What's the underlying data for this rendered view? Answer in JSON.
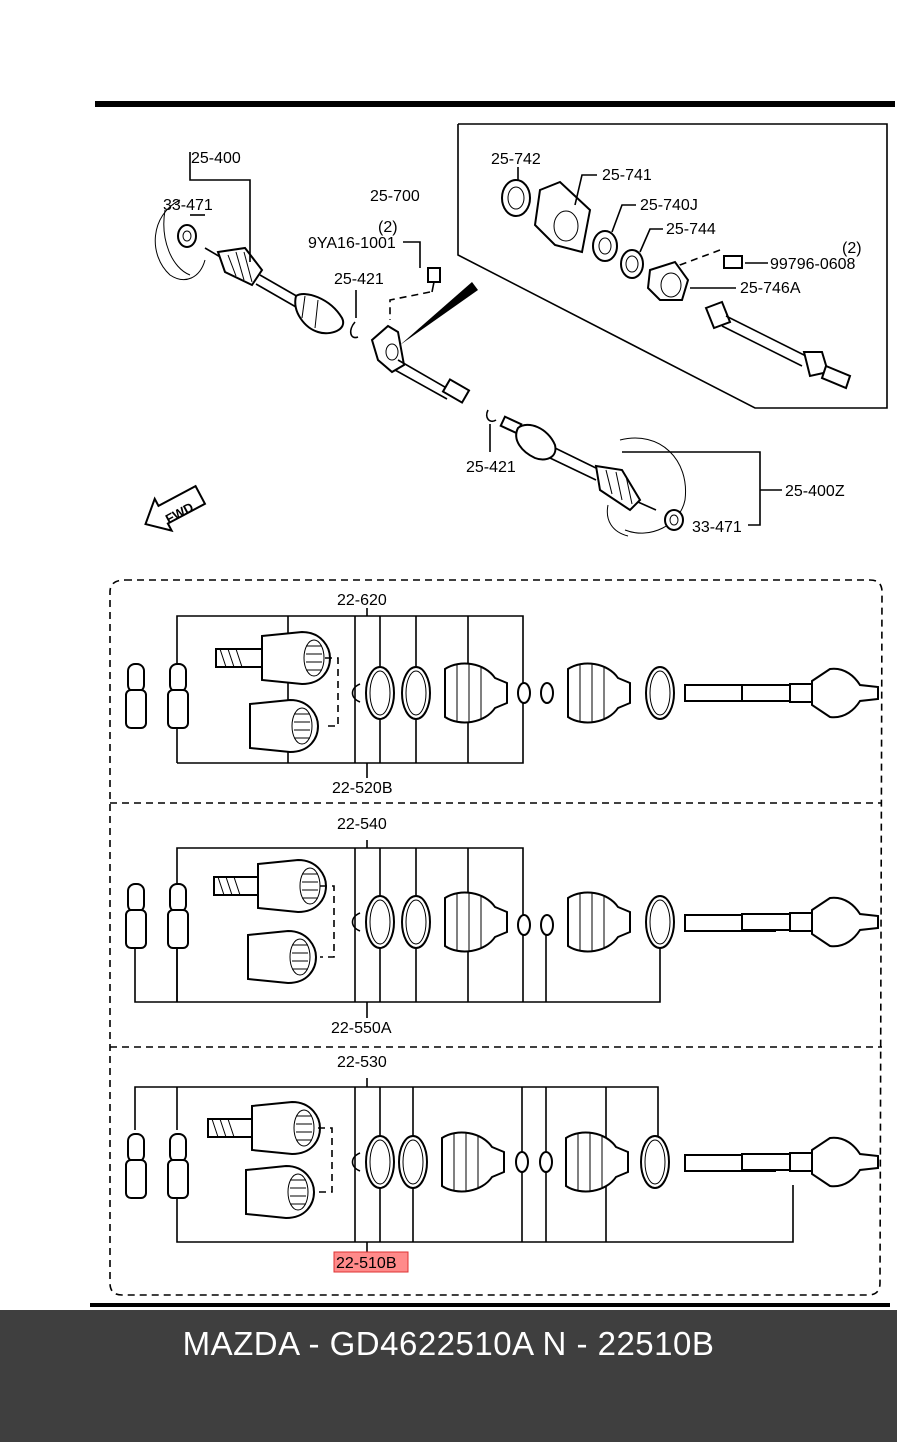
{
  "diagram": {
    "top_labels": {
      "shaft_left": "25-400",
      "nut_left": "33-471",
      "bolt_count": "(2)",
      "bolt": "9YA16-1001",
      "clip_upper": "25-421",
      "clip_lower": "25-421",
      "joint_shaft": "25-700",
      "seal": "25-742",
      "bracket": "25-741",
      "bearing": "25-740J",
      "ring": "25-744",
      "screw_count": "(2)",
      "screw": "99796-0608",
      "housing": "25-746A",
      "shaft_right": "25-400Z",
      "nut_right": "33-471",
      "fwd": "FWD"
    },
    "kit_labels": {
      "kit1_top": "22-620",
      "kit1_bottom": "22-520B",
      "kit2_top": "22-540",
      "kit2_bottom": "22-550A",
      "kit3_top": "22-530",
      "kit3_bottom": "22-510B"
    },
    "highlight_color": "#ff8a8a"
  },
  "footer": {
    "text": "MAZDA - GD4622510A   N - 22510B"
  }
}
